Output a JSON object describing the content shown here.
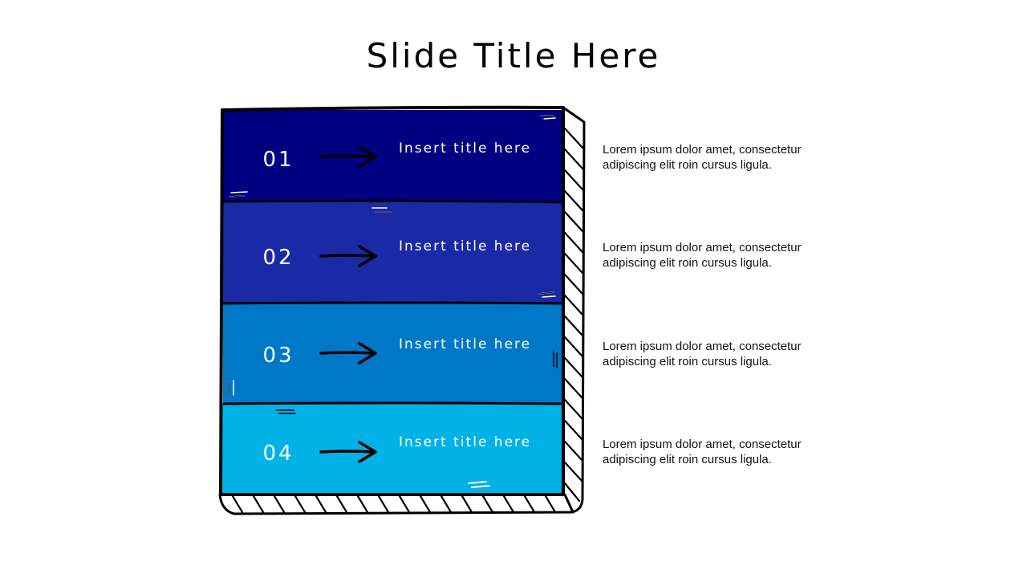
{
  "slide": {
    "title": "Slide Title Here"
  },
  "steps": [
    {
      "number": "01",
      "title": "Insert title here",
      "description": "Lorem ipsum dolor amet, consectetur adipiscing elit roin cursus ligula.",
      "color": "#000080"
    },
    {
      "number": "02",
      "title": "Insert title here",
      "description": "Lorem ipsum dolor amet, consectetur adipiscing elit roin cursus ligula.",
      "color": "#1a2aa6"
    },
    {
      "number": "03",
      "title": "Insert title here",
      "description": "Lorem ipsum dolor amet, consectetur adipiscing elit roin cursus ligula.",
      "color": "#0078c8"
    },
    {
      "number": "04",
      "title": "Insert title here",
      "description": "Lorem ipsum dolor amet, consectetur adipiscing elit roin cursus ligula.",
      "color": "#00b2e6"
    }
  ],
  "icons": {
    "step_arrow": "arrow-right-icon"
  }
}
